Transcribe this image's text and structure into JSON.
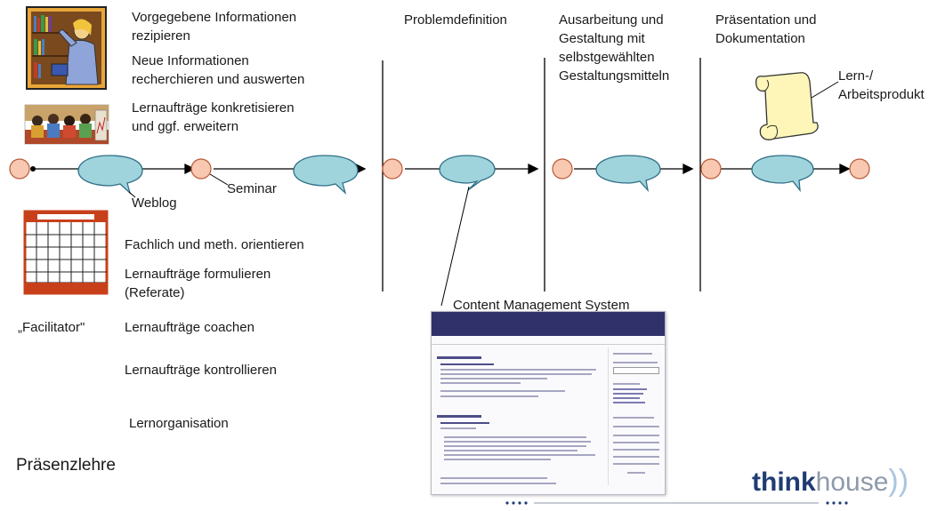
{
  "left_top": {
    "line1": "Vorgegebene Informationen",
    "line2": "rezipieren",
    "line3": "Neue Informationen",
    "line4": "recherchieren und auswerten",
    "line5": "Lernaufträge konkretisieren",
    "line6": "und ggf. erweitern"
  },
  "labels": {
    "weblog": "Weblog",
    "seminar": "Seminar",
    "cms": "Content Management System",
    "product_line1": "Lern-/",
    "product_line2": "Arbeitsprodukt"
  },
  "columns": {
    "col1": "Problemdefinition",
    "col2_line1": "Ausarbeitung und",
    "col2_line2": "Gestaltung mit",
    "col2_line3": "selbstgewählten",
    "col2_line4": "Gestaltungsmitteln",
    "col3_line1": "Präsentation und",
    "col3_line2": "Dokumentation"
  },
  "left_bottom": {
    "line1": "Fachlich und meth. orientieren",
    "line2": "Lernaufträge formulieren",
    "line3": "(Referate)",
    "facilitator": "„Facilitator\"",
    "line4": "Lernaufträge coachen",
    "line5": "Lernaufträge kontrollieren",
    "line6": "Lernorganisation",
    "footer": "Präsenzlehre"
  },
  "logo": {
    "bold": "think",
    "light": "house",
    "paren": "))"
  },
  "colors": {
    "node_fill": "#f8c8b0",
    "node_stroke": "#b85a3a",
    "bubble_fill": "#9fd4dc",
    "bubble_stroke": "#2f6f88",
    "divider": "#000000"
  }
}
